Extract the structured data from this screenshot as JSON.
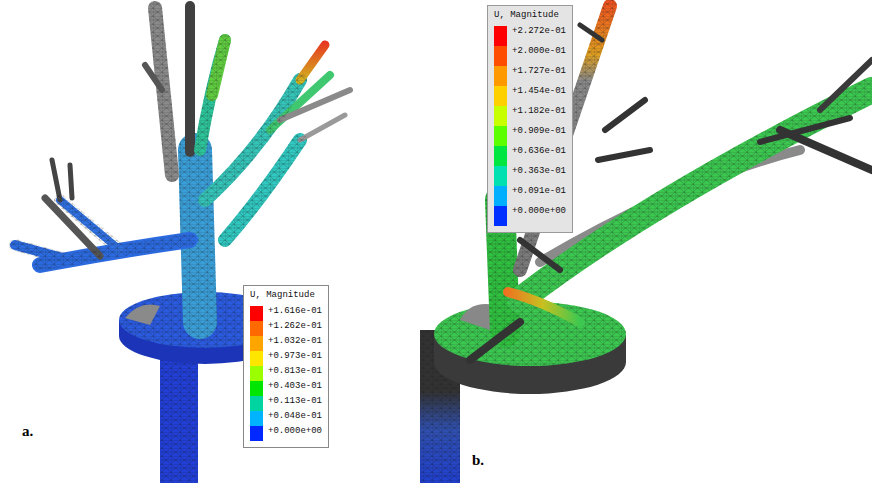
{
  "diagram": {
    "nodes": [
      {
        "text": [
          "U, Magnitude"
        ]
      },
      {
        "text": [
          "U, Magnitude"
        ]
      }
    ],
    "labels": [
      "a.",
      "b."
    ],
    "legend": [
      {
        "text": "+1.616e-01",
        "color": "#ff0000"
      },
      {
        "text": "+1.262e-01",
        "color": "#ff6a00"
      },
      {
        "text": "+1.032e-01",
        "color": "#ffa500"
      },
      {
        "text": "+0.973e-01",
        "color": "#ffe600"
      },
      {
        "text": "+0.813e-01",
        "color": "#9bff00"
      },
      {
        "text": "+0.403e-01",
        "color": "#00e600"
      },
      {
        "text": "+0.113e-01",
        "color": "#00d4a0"
      },
      {
        "text": "+0.048e-01",
        "color": "#00b4ff"
      },
      {
        "text": "+0.000e+00",
        "color": "#0028ff"
      },
      {
        "text": "+2.272e-01",
        "color": "#ff0000"
      },
      {
        "text": "+2.000e-01",
        "color": "#ff4d00"
      },
      {
        "text": "+1.727e-01",
        "color": "#ff9900"
      },
      {
        "text": "+1.454e-01",
        "color": "#ffd000"
      },
      {
        "text": "+1.182e-01",
        "color": "#c8ff00"
      },
      {
        "text": "+0.909e-01",
        "color": "#5cff00"
      },
      {
        "text": "+0.636e-01",
        "color": "#00e640"
      },
      {
        "text": "+0.363e-01",
        "color": "#00e0b0"
      },
      {
        "text": "+0.091e-01",
        "color": "#00b0ff"
      },
      {
        "text": "+0.000e+00",
        "color": "#0030ff"
      }
    ]
  }
}
